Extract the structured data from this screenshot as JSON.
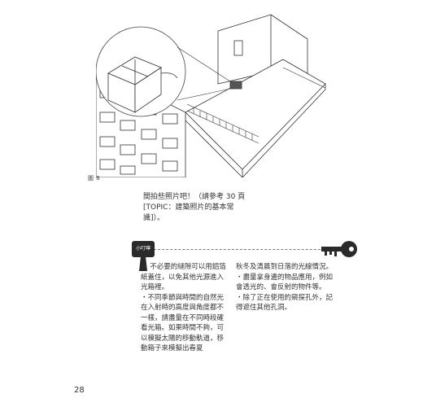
{
  "figure": {
    "label": "圖 8"
  },
  "intro_text": "間拍些照片吧！（請參考 30 頁[TOPIC：建築照片的基本常識]）。",
  "tip": {
    "badge": "小叮嚀",
    "left_paragraphs": [
      "・ 不必要的縫隙可以用鋁箔紙蓋住，以免其他光源進入光箱裡。",
      "・不同季節與時間的自然光在入射時的高度與角度都不一樣，請盡量在不同時段確看光箱。如果時間不夠，可以模擬太陽的移動軌道，移動箱子來模擬出春夏"
    ],
    "right_paragraphs": [
      "秋冬及清晨到日落的光線情況。",
      "・盡量拿身邊的物品應用，例如會透光的、會反射的物件等。",
      "・除了正在使用的窺探孔外，記得遮住其他孔洞。"
    ]
  },
  "page_number": "28"
}
